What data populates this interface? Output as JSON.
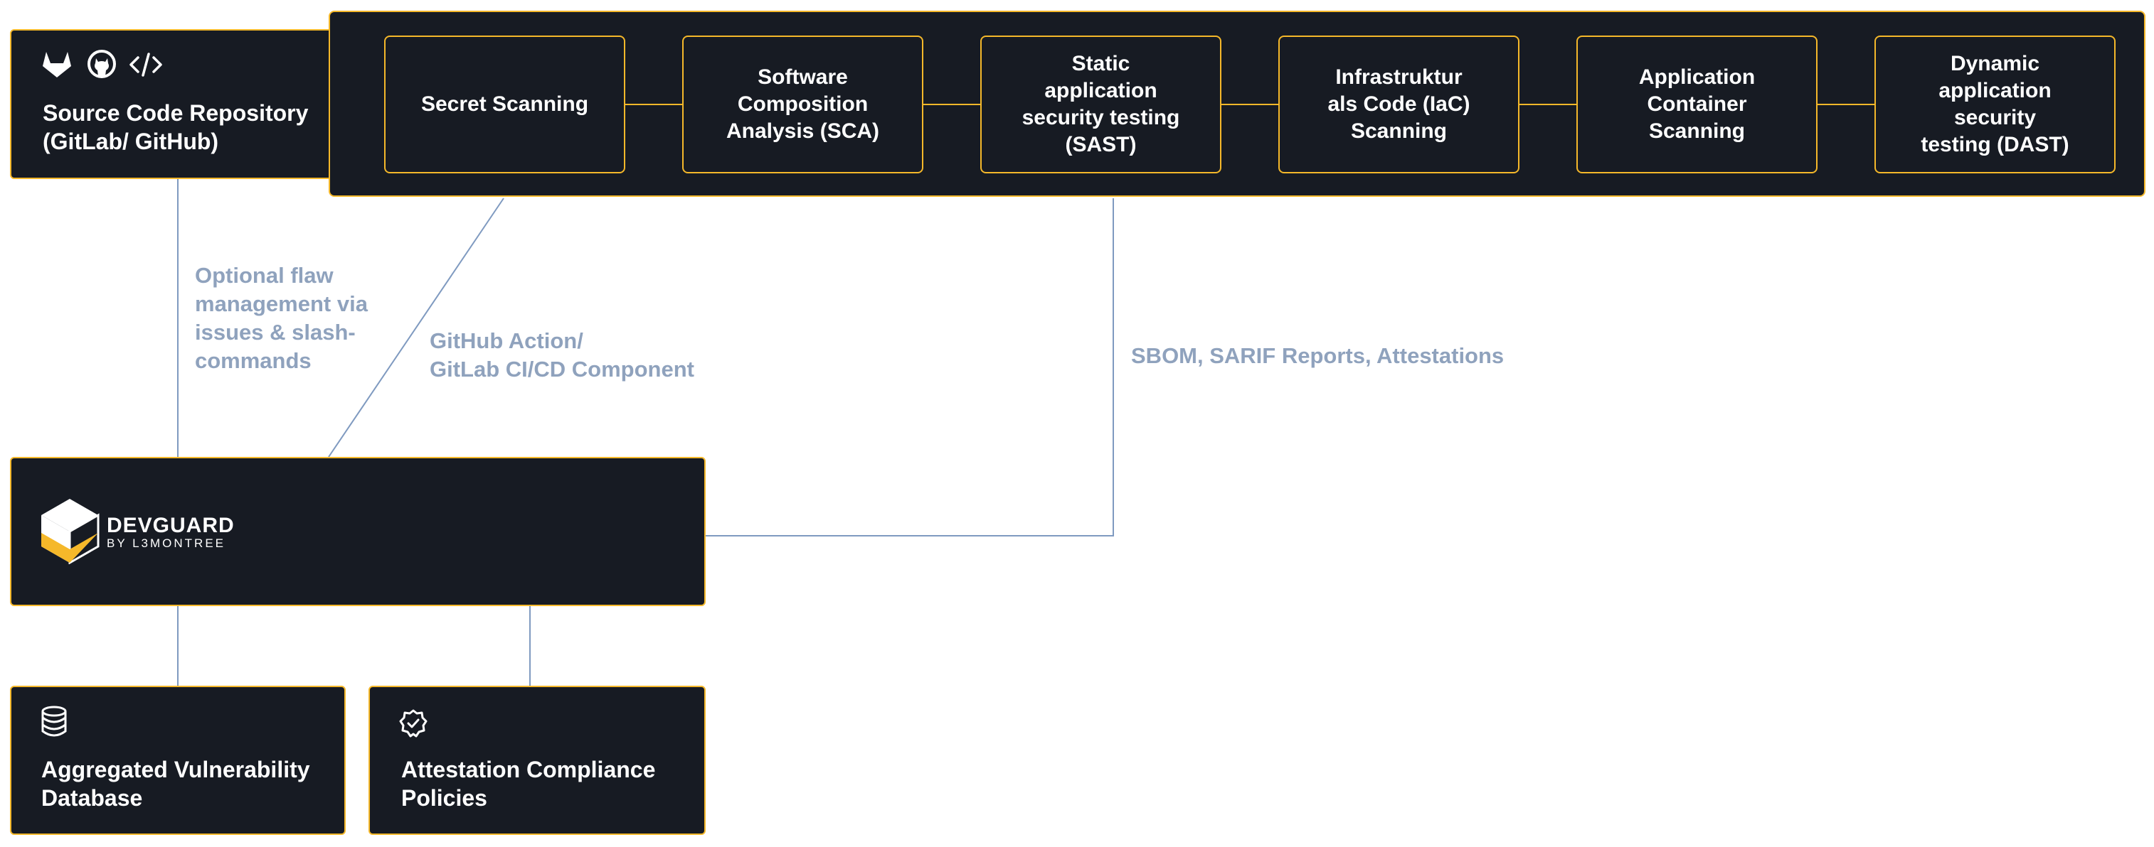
{
  "repo": {
    "title": "Source Code Repository\n(GitLab/ GitHub)",
    "icons": [
      "gitlab-icon",
      "github-icon",
      "code-icon"
    ]
  },
  "pipeline": {
    "stages": [
      "Secret Scanning",
      "Software\nComposition\nAnalysis (SCA)",
      "Static\napplication\nsecurity testing\n(SAST)",
      "Infrastruktur\nals Code (IaC)\nScanning",
      "Application\nContainer\nScanning",
      "Dynamic\napplication\nsecurity\ntesting (DAST)"
    ]
  },
  "labels": {
    "flaw": "Optional flaw\nmanagement via\nissues & slash-\ncommands",
    "ci": "GitHub Action/\nGitLab CI/CD Component",
    "reports": "SBOM, SARIF Reports, Attestations"
  },
  "devguard": {
    "name": "DEVGUARD",
    "sub": "BY L3MONTREE"
  },
  "db": {
    "title": "Aggregated Vulnerability\nDatabase"
  },
  "policies": {
    "title": "Attestation Compliance\nPolicies"
  },
  "colors": {
    "background": "#171b23",
    "accent": "#f5b82a",
    "label": "#8fa2bd",
    "line": "#7f9ac0"
  }
}
